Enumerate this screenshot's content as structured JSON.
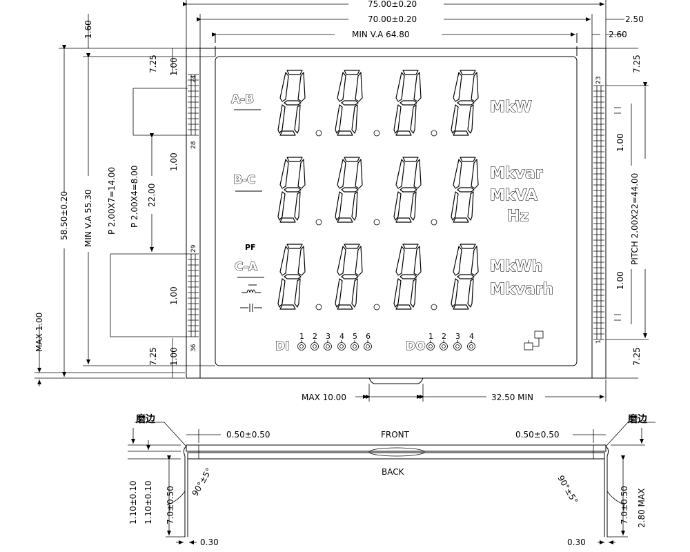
{
  "top_dims": {
    "outer_width": "75.00±0.20",
    "inner_width": "70.00±0.20",
    "view_area": "MIN V.A 64.80",
    "right_a": "2.50",
    "right_b": "2.60",
    "top_offset": "1.60"
  },
  "left_dims": {
    "height": "58.50±0.20",
    "view_area_height": "MIN V.A 55.30",
    "max": "MAX 1.00",
    "pitch_a": "P 2.00X7=14.00",
    "pitch_b": "P 2.00X4=8.00",
    "span": "22.00",
    "edge_top": "7.25",
    "edge_bottom": "7.25",
    "pin_width_1": "1.00",
    "pin_width_2": "1.00",
    "pin_width_3": "1.00",
    "pin_width_4": "1.00"
  },
  "right_dims": {
    "edge_top": "7.25",
    "edge_bottom": "7.25",
    "pin_width_1": "1.00",
    "pin_width_2": "1.00",
    "pitch": "PITCH 2.00X22=44.00"
  },
  "bottom_dims": {
    "max_tail": "MAX 10.00",
    "min_tail": "32.50 MIN"
  },
  "pins": {
    "left_top_a": "24",
    "left_top_b": "28",
    "left_bottom_a": "29",
    "left_bottom_b": "36",
    "right_top": "23",
    "right_bottom": "1"
  },
  "display": {
    "row1_label": "A-B",
    "row2_label": "B-C",
    "row3_label": "C-A",
    "pf_label": "PF",
    "row1_unit": "MkW",
    "row2_unit_a": "Mkvar",
    "row2_unit_b": "MkVA",
    "row2_unit_c": "Hz",
    "row3_unit_a": "MkWh",
    "row3_unit_b": "Mkvarh",
    "di_label": "DI",
    "do_label": "DO",
    "di_numbers": [
      "1",
      "2",
      "3",
      "4",
      "5",
      "6"
    ],
    "do_numbers": [
      "1",
      "2",
      "3",
      "4"
    ]
  },
  "side_view": {
    "front": "FRONT",
    "back": "BACK",
    "edge_left": "磨边",
    "edge_right": "磨边",
    "offset_left": "0.50±0.50",
    "offset_right": "0.50±0.50",
    "angle_left": "90°±5°",
    "angle_right": "90°±5°",
    "thick_a": "1.10±0.10",
    "thick_b": "1.10±0.10",
    "pin_len_left": "7.0±0.50",
    "pin_len_right": "7.0±0.50",
    "max_thick": "2.80 MAX",
    "pin_w_left": "0.30",
    "pin_w_right": "0.30"
  }
}
